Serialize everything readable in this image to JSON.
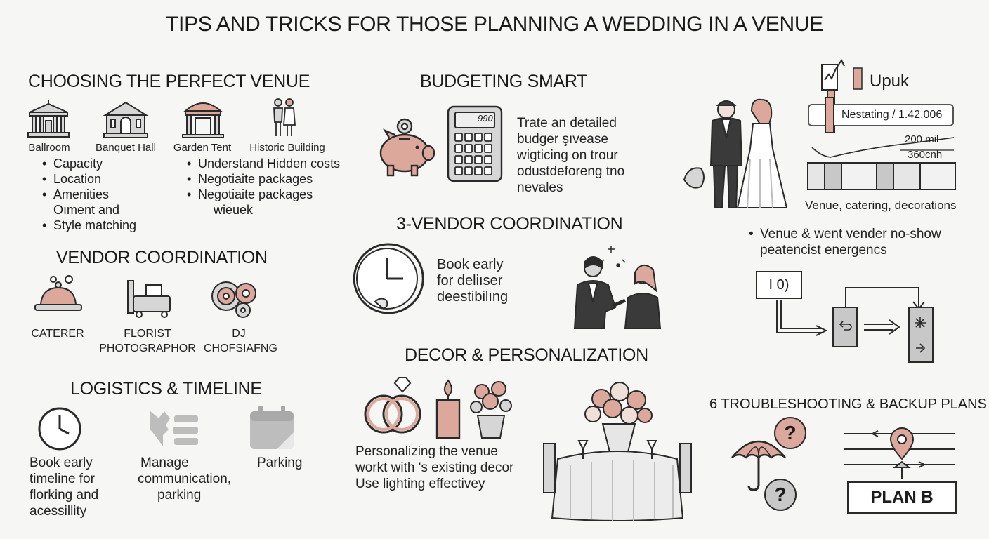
{
  "title": "TIPS AND TRICKS FOR THOSE PLANNING A WEDDING IN A VENUE",
  "venue": {
    "heading": "CHOOSING THE PERFECT VENUE",
    "types": [
      "Ballroom",
      "Banquet Hall",
      "Garden Tent",
      "Historic Building"
    ],
    "left_bullets": [
      "Capacity",
      "Location",
      "Amenities",
      "Oıment and",
      "Style matching"
    ],
    "right_bullets": [
      "Understand Hidden costs",
      "Negotiaite packages",
      "Negotiaite packages",
      "wieuek"
    ]
  },
  "vendor_left": {
    "heading": "VENDOR COORDINATION",
    "items": [
      {
        "line1": "CATERER",
        "line2": ""
      },
      {
        "line1": "FLORIST",
        "line2": "PHOTOGRAPHOR"
      },
      {
        "line1": "DJ",
        "line2": "CHOFSIAFNG"
      }
    ]
  },
  "logistics": {
    "heading": "LOGISTICS & TIMELINE",
    "col1": [
      "Book early",
      "timeline for",
      "florking and",
      "acessillity"
    ],
    "col2": [
      "Manage",
      "communication,",
      "parking"
    ],
    "col3": [
      "Parking"
    ]
  },
  "budget": {
    "heading": "BUDGETING SMART",
    "calc_display": "990",
    "text": [
      "Trate an detailed",
      "budger şıvease",
      "wigticing on trour",
      "odustdeforeng tno",
      "nevales"
    ]
  },
  "vendor_mid": {
    "heading": "3-VENDOR COORDINATION",
    "text": [
      "Book early",
      "for deliıser",
      "deestibilıng"
    ]
  },
  "decor": {
    "heading": "DECOR & PERSONALIZATION",
    "text": [
      "Personalizing the venue",
      "workt with 's existing decor",
      "Use lighting effectivey"
    ]
  },
  "right_panel": {
    "upuk": "Upuk",
    "bar_label": "Nestating / 1.42,006",
    "stat1": "200 mil",
    "stat2": "360cnh",
    "caption": "Venue, catering, decorations",
    "bullet_line1": "Venue & went vender no-show",
    "bullet_line2": "peatencist energencs",
    "flow_box": "I 0)"
  },
  "troubleshooting": {
    "heading": "6 TROUBLESHOOTING & BACKUP PLANS",
    "plan_b": "PLAN B",
    "q": "?"
  },
  "colors": {
    "accent": "#dca89c",
    "accent_dark": "#c98f84",
    "gray": "#c8c8c8",
    "ink": "#2a2a2a"
  }
}
